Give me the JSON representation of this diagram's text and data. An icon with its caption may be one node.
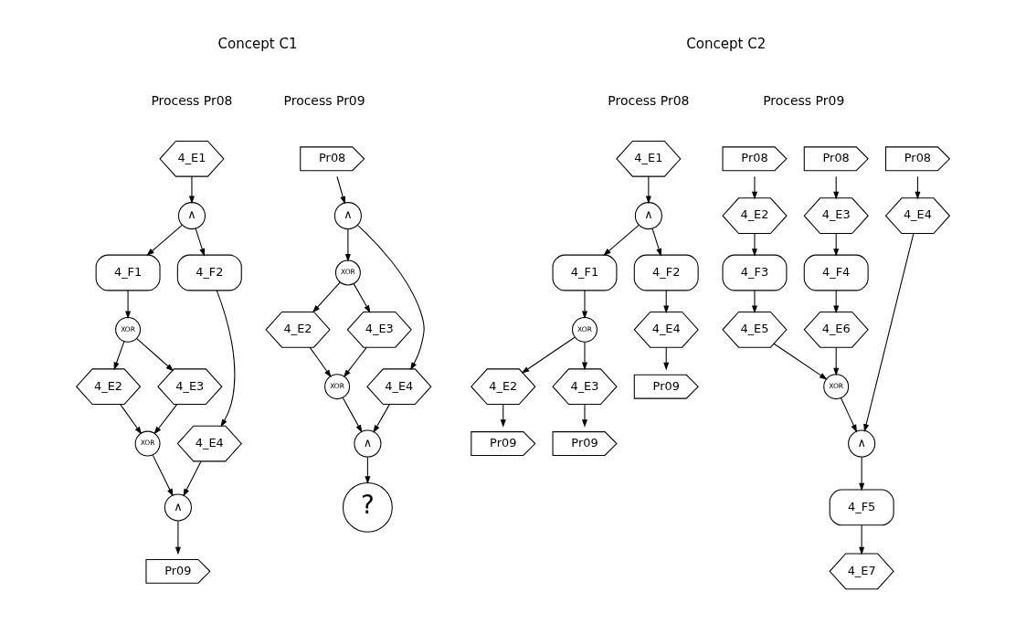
{
  "diagram": {
    "nodes": [
      {
        "text": [
          "4_E1"
        ]
      },
      {
        "text": [
          "∧"
        ]
      },
      {
        "text": [
          "4_F1"
        ]
      },
      {
        "text": [
          "4_F2"
        ]
      },
      {
        "text": [
          "XOR"
        ]
      },
      {
        "text": [
          "4_E2"
        ]
      },
      {
        "text": [
          "4_E3"
        ]
      },
      {
        "text": [
          "4_E4"
        ]
      },
      {
        "text": [
          "XOR"
        ]
      },
      {
        "text": [
          "∧"
        ]
      },
      {
        "text": [
          "Pr09"
        ]
      },
      {
        "text": [
          "Pr08"
        ]
      },
      {
        "text": [
          "∧"
        ]
      },
      {
        "text": [
          "XOR"
        ]
      },
      {
        "text": [
          "4_E2"
        ]
      },
      {
        "text": [
          "4_E3"
        ]
      },
      {
        "text": [
          "4_E4"
        ]
      },
      {
        "text": [
          "XOR"
        ]
      },
      {
        "text": [
          "∧"
        ]
      },
      {
        "text": [
          "?"
        ]
      },
      {
        "text": [
          "4_E1"
        ]
      },
      {
        "text": [
          "∧"
        ]
      },
      {
        "text": [
          "4_F1"
        ]
      },
      {
        "text": [
          "4_F2"
        ]
      },
      {
        "text": [
          "XOR"
        ]
      },
      {
        "text": [
          "4_E2"
        ]
      },
      {
        "text": [
          "4_E3"
        ]
      },
      {
        "text": [
          "4_E4"
        ]
      },
      {
        "text": [
          "Pr09"
        ]
      },
      {
        "text": [
          "Pr09"
        ]
      },
      {
        "text": [
          "Pr09"
        ]
      },
      {
        "text": [
          "Pr08"
        ]
      },
      {
        "text": [
          "Pr08"
        ]
      },
      {
        "text": [
          "Pr08"
        ]
      },
      {
        "text": [
          "4_E2"
        ]
      },
      {
        "text": [
          "4_E3"
        ]
      },
      {
        "text": [
          "4_E4"
        ]
      },
      {
        "text": [
          "4_F3"
        ]
      },
      {
        "text": [
          "4_F4"
        ]
      },
      {
        "text": [
          "4_E5"
        ]
      },
      {
        "text": [
          "4_E6"
        ]
      },
      {
        "text": [
          "XOR"
        ]
      },
      {
        "text": [
          "∧"
        ]
      },
      {
        "text": [
          "4_F5"
        ]
      },
      {
        "text": [
          "4_E7"
        ]
      }
    ],
    "edges": [
      {
        "from": 0,
        "to": 1,
        "arrow": "to"
      },
      {
        "from": 1,
        "to": 2,
        "arrow": "to"
      },
      {
        "from": 1,
        "to": 3,
        "arrow": "to"
      },
      {
        "from": 2,
        "to": 4,
        "arrow": "to"
      },
      {
        "from": 4,
        "to": 5,
        "arrow": "to"
      },
      {
        "from": 4,
        "to": 6,
        "arrow": "to"
      },
      {
        "from": 5,
        "to": 8,
        "arrow": "to"
      },
      {
        "from": 6,
        "to": 8,
        "arrow": "to"
      },
      {
        "from": 3,
        "to": 7,
        "arrow": "to"
      },
      {
        "from": 8,
        "to": 9,
        "arrow": "to"
      },
      {
        "from": 7,
        "to": 9,
        "arrow": "to"
      },
      {
        "from": 9,
        "to": 10,
        "arrow": "to"
      },
      {
        "from": 11,
        "to": 12,
        "arrow": "to"
      },
      {
        "from": 12,
        "to": 13,
        "arrow": "to"
      },
      {
        "from": 12,
        "to": 16,
        "arrow": "to"
      },
      {
        "from": 13,
        "to": 14,
        "arrow": "to"
      },
      {
        "from": 13,
        "to": 15,
        "arrow": "to"
      },
      {
        "from": 14,
        "to": 17,
        "arrow": "to"
      },
      {
        "from": 15,
        "to": 17,
        "arrow": "to"
      },
      {
        "from": 17,
        "to": 18,
        "arrow": "to"
      },
      {
        "from": 16,
        "to": 18,
        "arrow": "to"
      },
      {
        "from": 18,
        "to": 19,
        "arrow": "to"
      },
      {
        "from": 20,
        "to": 21,
        "arrow": "to"
      },
      {
        "from": 21,
        "to": 22,
        "arrow": "to"
      },
      {
        "from": 21,
        "to": 23,
        "arrow": "to"
      },
      {
        "from": 22,
        "to": 24,
        "arrow": "to"
      },
      {
        "from": 24,
        "to": 25,
        "arrow": "to"
      },
      {
        "from": 24,
        "to": 26,
        "arrow": "to"
      },
      {
        "from": 23,
        "to": 27,
        "arrow": "to"
      },
      {
        "from": 25,
        "to": 28,
        "arrow": "to"
      },
      {
        "from": 26,
        "to": 29,
        "arrow": "to"
      },
      {
        "from": 27,
        "to": 30,
        "arrow": "to"
      },
      {
        "from": 31,
        "to": 34,
        "arrow": "to"
      },
      {
        "from": 32,
        "to": 35,
        "arrow": "to"
      },
      {
        "from": 33,
        "to": 36,
        "arrow": "to"
      },
      {
        "from": 34,
        "to": 37,
        "arrow": "to"
      },
      {
        "from": 35,
        "to": 38,
        "arrow": "to"
      },
      {
        "from": 37,
        "to": 39,
        "arrow": "to"
      },
      {
        "from": 38,
        "to": 40,
        "arrow": "to"
      },
      {
        "from": 39,
        "to": 41,
        "arrow": "to"
      },
      {
        "from": 40,
        "to": 41,
        "arrow": "to"
      },
      {
        "from": 41,
        "to": 42,
        "arrow": "to"
      },
      {
        "from": 36,
        "to": 42,
        "arrow": "to"
      },
      {
        "from": 42,
        "to": 43,
        "arrow": "to"
      },
      {
        "from": 43,
        "to": 44,
        "arrow": "to"
      }
    ],
    "labels": [
      "Concept C1",
      "Concept C2",
      "Process Pr08",
      "Process Pr09",
      "Process Pr08",
      "Process Pr09"
    ]
  }
}
